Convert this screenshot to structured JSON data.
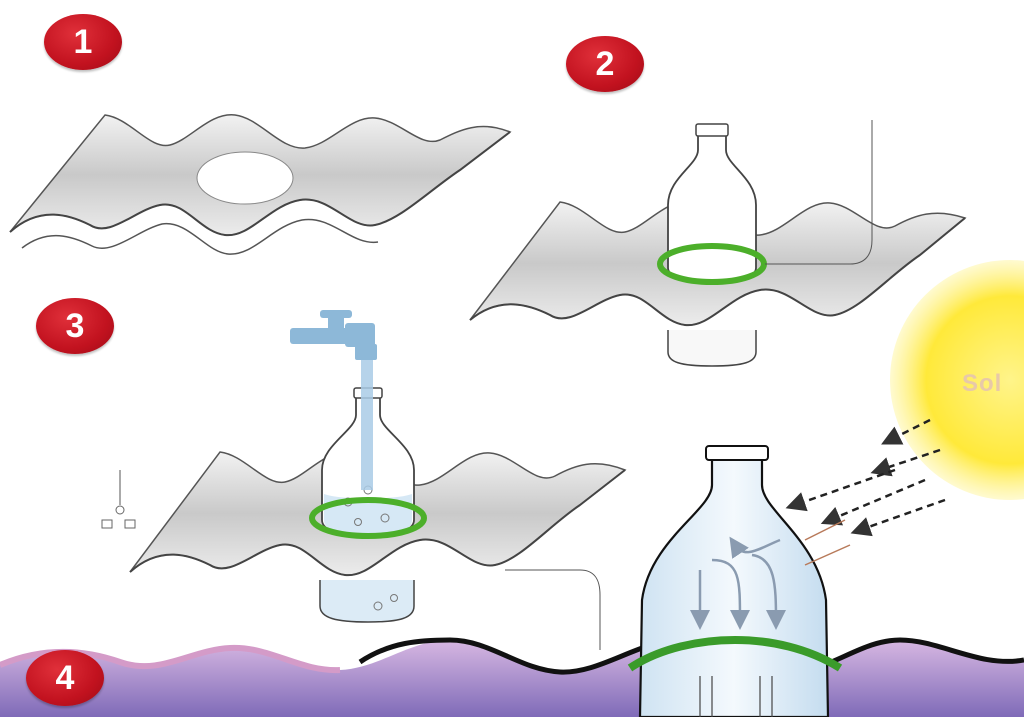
{
  "steps": [
    {
      "number": "1"
    },
    {
      "number": "2"
    },
    {
      "number": "3"
    },
    {
      "number": "4"
    }
  ],
  "sun": {
    "label": "Sol",
    "color": "#ffe93a"
  },
  "colors": {
    "badge": "#c2121f",
    "roof_sheet": "#d9d9d9",
    "sealant_ring": "#4caf2a",
    "faucet": "#8db8d8",
    "water": "#bcd9ee",
    "roof_section": "#b7a4d6"
  },
  "icons": [
    "faucet-icon",
    "bottle-icon",
    "sun-icon",
    "light-ray-arrow-icon"
  ]
}
